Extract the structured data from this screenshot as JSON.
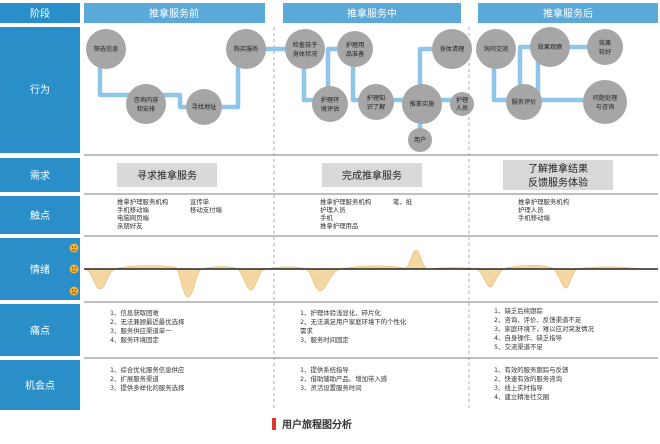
{
  "header": {
    "stage": "阶段",
    "phases": [
      "推拿服务前",
      "推拿服务中",
      "推拿服务后"
    ]
  },
  "rows": [
    "行为",
    "需求",
    "触点",
    "情绪",
    "痛点",
    "机会点"
  ],
  "behavior_nodes": [
    [
      "筛选信息"
    ],
    [
      "咨询内容",
      "和安排"
    ],
    [
      "寻找地址"
    ],
    [
      "购买服务"
    ],
    [
      "检查孩子",
      "身体状况"
    ],
    [
      "护理环",
      "境评估"
    ],
    [
      "护理用",
      "品准备"
    ],
    [
      "护理知",
      "识了解"
    ],
    [
      "推拿实施"
    ],
    [
      "身体清理"
    ],
    [
      "护理",
      "人员"
    ],
    [
      "用户"
    ],
    [
      "询问交流"
    ],
    [
      "效果观察"
    ],
    [
      "服务评价"
    ],
    [
      "效果",
      "较好"
    ],
    [
      "问题处理",
      "与咨询"
    ]
  ],
  "needs": [
    [
      "寻求推拿服务"
    ],
    [
      "完成推拿服务"
    ],
    [
      "了解推拿结果",
      "反馈服务体验"
    ]
  ],
  "touchpoints": [
    [
      "推拿护理服务机构",
      "手机移动端",
      "电脑网页端",
      "亲朋好友"
    ],
    [
      "宣传单",
      "移动支付端"
    ],
    [
      "推拿护理服务机构",
      "护理人员",
      "手机",
      "推拿护理用品"
    ],
    [
      "笔、纸"
    ],
    [
      "推拿护理服务机构",
      "护理人员",
      "手机移动端"
    ]
  ],
  "emotion_icons": [
    "smile-face",
    "neutral-face",
    "sad-face"
  ],
  "pain_points": [
    [
      "1、信息获取困难",
      "2、无法兼顾最近最优选择",
      "3、服务供应渠道单一",
      "4、服务环境固定"
    ],
    [
      "1、护理体验浅显化、碎片化",
      "2、无法满足用户家庭环境下的个性化",
      "需求",
      "3、服务时间固定"
    ],
    [
      "1、缺乏后续跟踪",
      "2、咨询、评价、反馈渠道不足",
      "3、家庭环境下，难以应对突发情况",
      "4、自身操作、缺乏指导",
      "5、交流渠道不足"
    ]
  ],
  "opportunities": [
    [
      "1、综合优化服务信息供应",
      "2、扩展服务渠道",
      "3、提供多样化的服务选择"
    ],
    [
      "1、提供系统指导",
      "2、借助辅助产品、增加带入感",
      "3、灵活设置服务时间"
    ],
    [
      "1、有效的服务跟踪与反馈",
      "2、快速有效的服务咨询",
      "3、线上实时指导",
      "4、建立精准社交圈"
    ]
  ],
  "footer": {
    "title": "用户旅程图分析"
  },
  "colors": {
    "row_label_bg": "#2a8fc9",
    "phase_bg": "#5aa9d9",
    "flow_line": "#8fc6e8",
    "node": "#a6a6a6",
    "need_box": "#d9d9d9",
    "emotion_fill": "#f5d7a3",
    "emotion_axis": "#222222",
    "footer_mark": "#d9392b"
  }
}
